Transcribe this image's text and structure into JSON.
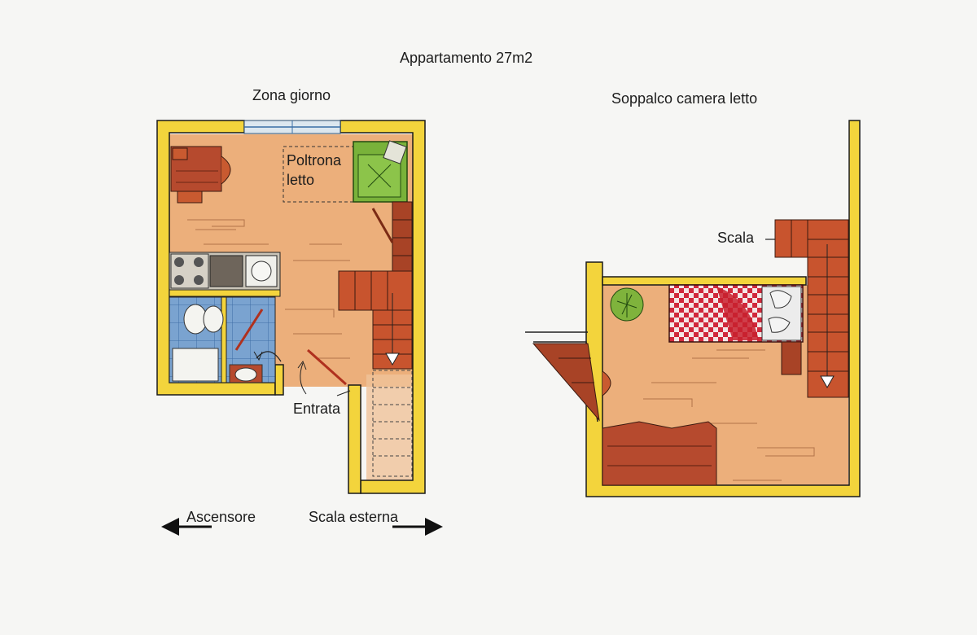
{
  "title": "Appartamento 27m2",
  "day_zone": {
    "title": "Zona giorno",
    "sofa_bed_line1": "Poltrona",
    "sofa_bed_line2": "letto",
    "entrance": "Entrata"
  },
  "loft": {
    "title": "Soppalco camera letto",
    "stairs": "Scala"
  },
  "directions": {
    "elevator": "Ascensore",
    "external_stairs": "Scala esterna"
  },
  "colors": {
    "wall": "#f2d23a",
    "floor": "#e9a26a",
    "wood": "#b2472c",
    "bath_tile": "#6f98c8",
    "sofa": "#7fb33c",
    "bed": "#cf2a3a"
  }
}
